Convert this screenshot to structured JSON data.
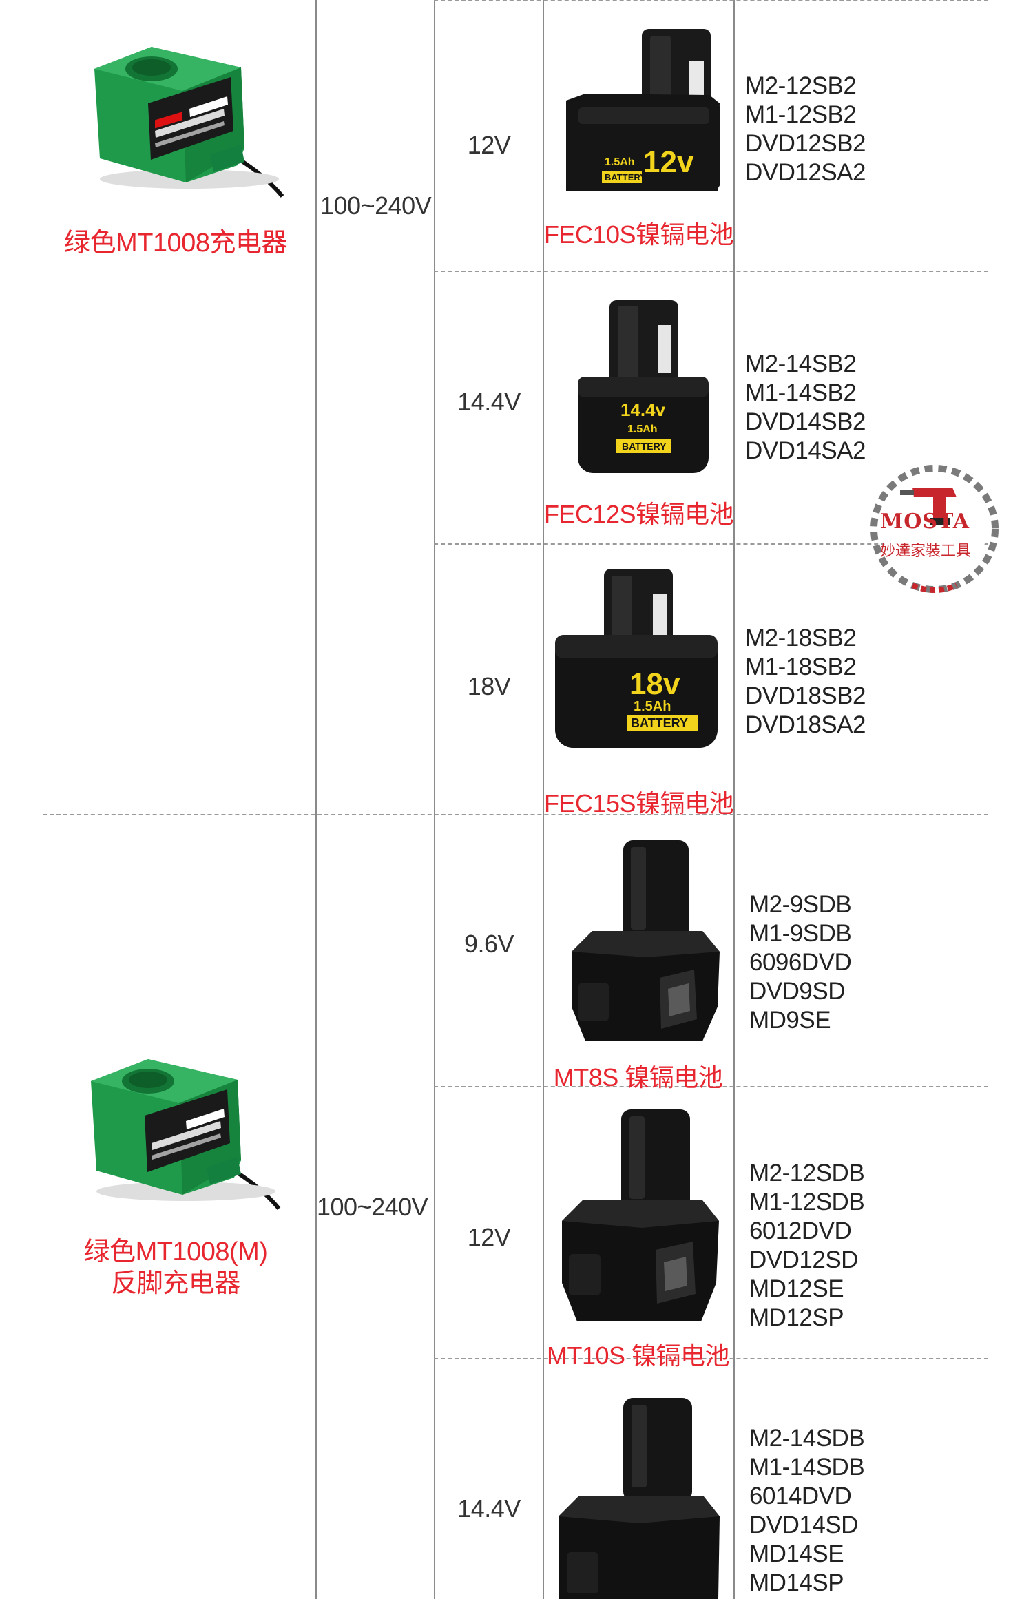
{
  "chargers": [
    {
      "label_lines": [
        "绿色MT1008充电器"
      ],
      "voltage_range": "100~240V"
    },
    {
      "label_lines": [
        "绿色MT1008(M)",
        "反脚充电器"
      ],
      "voltage_range": "100~240V"
    }
  ],
  "rows": [
    {
      "voltage": "12V",
      "battery_name": "FEC10S镍镉电池",
      "battery_print": [
        "1.5Ah",
        "12v",
        "BATTERY"
      ],
      "models": [
        "M2-12SB2",
        "M1-12SB2",
        "DVD12SB2",
        "DVD12SA2"
      ]
    },
    {
      "voltage": "14.4V",
      "battery_name": "FEC12S镍镉电池",
      "battery_print": [
        "14.4v",
        "1.5Ah",
        "BATTERY"
      ],
      "models": [
        "M2-14SB2",
        "M1-14SB2",
        "DVD14SB2",
        "DVD14SA2"
      ]
    },
    {
      "voltage": "18V",
      "battery_name": "FEC15S镍镉电池",
      "battery_print": [
        "18v",
        "1.5Ah",
        "BATTERY"
      ],
      "models": [
        "M2-18SB2",
        "M1-18SB2",
        "DVD18SB2",
        "DVD18SA2"
      ]
    },
    {
      "voltage": "9.6V",
      "battery_name": "MT8S 镍镉电池",
      "models": [
        "M2-9SDB",
        "M1-9SDB",
        "6096DVD",
        "DVD9SD",
        "MD9SE"
      ]
    },
    {
      "voltage": "12V",
      "battery_name": "MT10S 镍镉电池",
      "models": [
        "M2-12SDB",
        "M1-12SDB",
        "6012DVD",
        "DVD12SD",
        "MD12SE",
        "MD12SP"
      ]
    },
    {
      "voltage": "14.4V",
      "models": [
        "M2-14SDB",
        "M1-14SDB",
        "6014DVD",
        "DVD14SD",
        "MD14SE",
        "MD14SP"
      ]
    }
  ],
  "logo": {
    "brand": "MOSTA",
    "tagline": "妙達家裝工具"
  },
  "colors": {
    "accent_red": "#e8262f",
    "charger_green": "#1f9a4a",
    "battery_black": "#141414",
    "battery_print_yellow": "#f2d41c"
  }
}
